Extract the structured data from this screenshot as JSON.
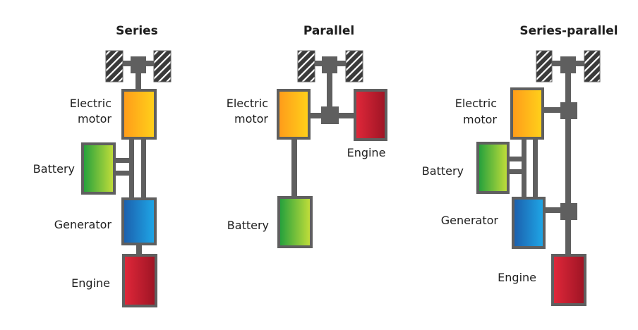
{
  "columns": [
    {
      "title": "Series",
      "labels": {
        "electric_motor_1": "Electric",
        "electric_motor_2": "motor",
        "battery": "Battery",
        "generator": "Generator",
        "engine": "Engine"
      }
    },
    {
      "title": "Parallel",
      "labels": {
        "electric_motor_1": "Electric",
        "electric_motor_2": "motor",
        "engine": "Engine",
        "battery": "Battery"
      }
    },
    {
      "title": "Series-parallel",
      "labels": {
        "electric_motor_1": "Electric",
        "electric_motor_2": "motor",
        "battery": "Battery",
        "generator": "Generator",
        "engine": "Engine"
      }
    }
  ],
  "colors": {
    "connector": "#5f5f5f",
    "wheel": "#3a3a3a",
    "electric_motor": [
      "#ff9a1a",
      "#ffd21a"
    ],
    "battery": [
      "#1f9e3c",
      "#c6df3a"
    ],
    "generator": [
      "#1c5dab",
      "#1ea8e8"
    ],
    "engine": [
      "#e2283a",
      "#9c1424"
    ]
  }
}
